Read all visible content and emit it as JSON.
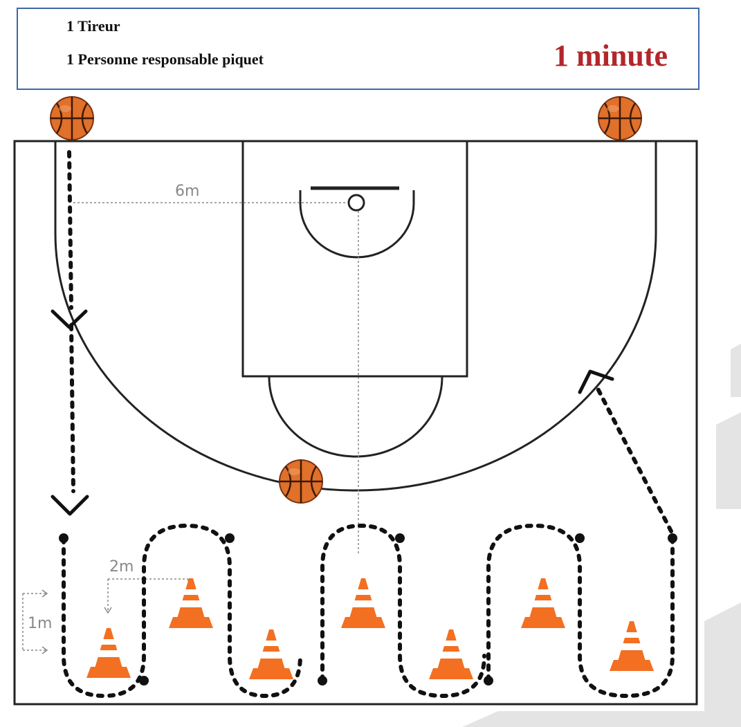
{
  "info_box": {
    "line1": "1 Tireur",
    "line2": "1 Personne responsable piquet",
    "duration": "1 minute",
    "border_color": "#3f67a8",
    "duration_color": "#b3262a"
  },
  "diagram": {
    "measurements": {
      "three_point_radius": "6m",
      "cone_spacing": "2m",
      "lateral_gap": "1m"
    },
    "icons": [
      "basketball-icon",
      "traffic-cone-icon",
      "arrowhead-icon"
    ],
    "colors": {
      "court_lines": "#222222",
      "dashed_path": "#111111",
      "cone_orange": "#f36f21",
      "ball": "#e0702a",
      "measure_lines": "#888888",
      "watermark": "#e4e4e4"
    }
  }
}
